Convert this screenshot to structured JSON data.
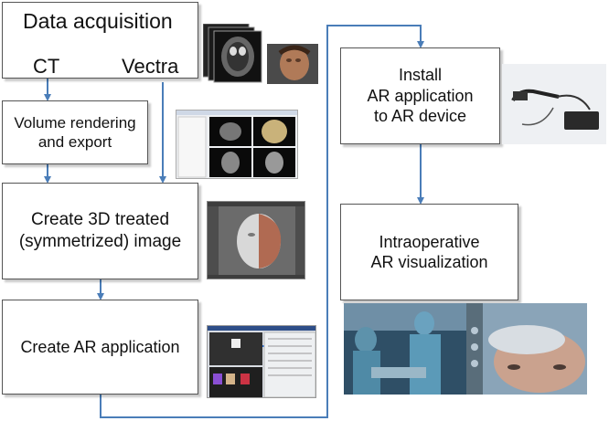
{
  "steps": {
    "data_acquisition": {
      "title": "Data acquisition",
      "left": "CT",
      "right": "Vectra"
    },
    "volume_rendering": {
      "line1": "Volume rendering",
      "line2": "and export"
    },
    "create_3d": {
      "line1": "Create 3D treated",
      "line2": "(symmetrized) image"
    },
    "create_ar": {
      "label": "Create AR application"
    },
    "install_ar": {
      "line1": "Install",
      "line2": "AR application",
      "line3": "to AR device"
    },
    "intraop": {
      "line1": "Intraoperative",
      "line2": "AR visualization"
    }
  },
  "colors": {
    "arrow": "#4a7db8",
    "box_border": "#555555",
    "shadow": "#bbbbbb"
  },
  "images": [
    "ct-slices-image",
    "vectra-3d-face-image",
    "volume-render-software-screenshot",
    "3d-treated-face-screenshot",
    "ar-app-editor-screenshot",
    "ar-headset-photo",
    "intraoperative-photo"
  ]
}
